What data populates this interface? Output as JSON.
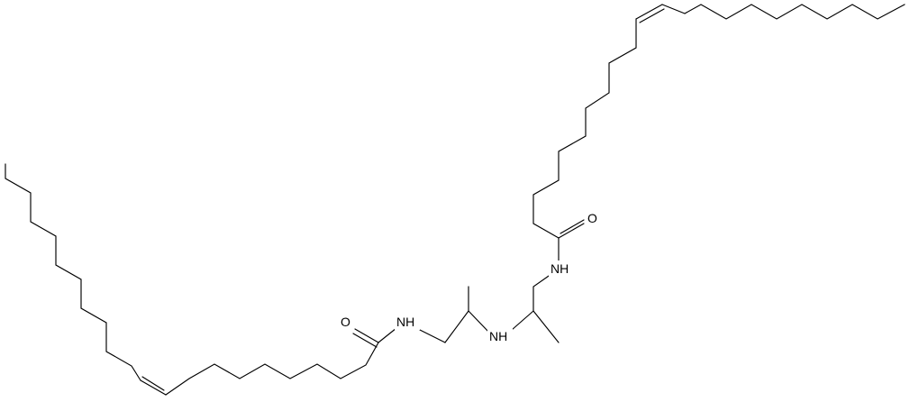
{
  "atom_labels": {
    "o_upper": "O",
    "o_lower": "O",
    "nh_upper_amide": "NH",
    "nh_lower_amide": "NH",
    "nh_amine": "NH"
  }
}
